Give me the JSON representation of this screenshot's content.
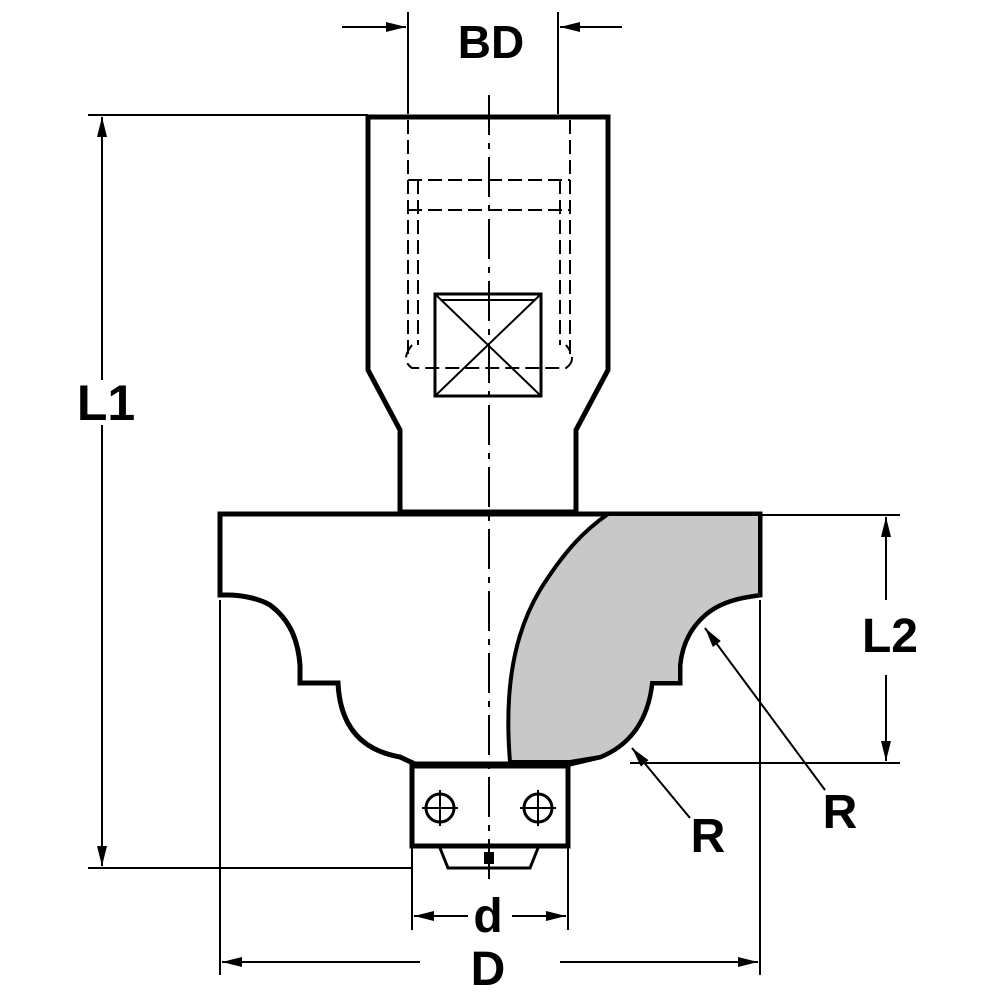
{
  "labels": {
    "bore_diameter": "BD",
    "overall_length": "L1",
    "cutting_length": "L2",
    "radius_lower": "R",
    "radius_upper": "R",
    "bearing_diameter": "d",
    "cutting_diameter": "D"
  },
  "colors": {
    "line": "#000000",
    "cutter_face": "#c8c8c8",
    "background": "#ffffff"
  }
}
